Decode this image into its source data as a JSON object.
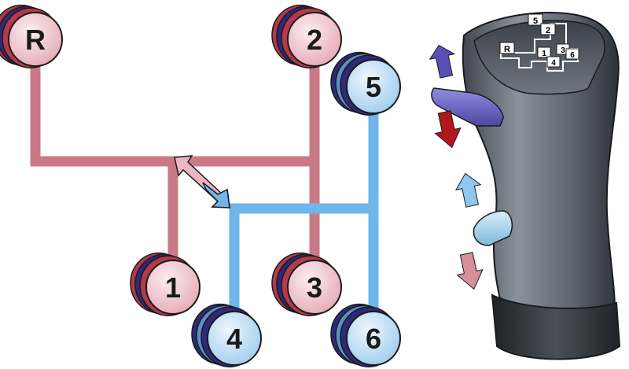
{
  "colors": {
    "red_gate": "#c97a86",
    "blue_gate": "#6fb6ea",
    "red_knob_face": "#f3d4dc",
    "blue_knob_face": "#cfe6f7",
    "knob_stack_dark": "#2e2a78",
    "knob_stack_red": "#b23a4b",
    "outline": "#1a1a1a",
    "lever_body": "#5d6571",
    "lever_base": "#2c3036",
    "selector_purple": "#6f6bc4",
    "arrow_dark_red": "#b3161d",
    "arrow_pink": "#d88f9a",
    "arrow_blue": "#5fa8e6",
    "arrow_light_blue": "#8cc8ef"
  },
  "gear_knobs": [
    {
      "label": "R",
      "group": "red"
    },
    {
      "label": "2",
      "group": "red"
    },
    {
      "label": "5",
      "group": "blue"
    },
    {
      "label": "1",
      "group": "red"
    },
    {
      "label": "3",
      "group": "red"
    },
    {
      "label": "4",
      "group": "blue"
    },
    {
      "label": "6",
      "group": "blue"
    }
  ],
  "lever_plate": {
    "labels": [
      "5",
      "2",
      "R",
      "1",
      "3",
      "4",
      "6"
    ]
  },
  "icons": [
    "double-headed-arrow-icon",
    "range-up-arrow-icon",
    "range-down-arrow-icon",
    "split-up-arrow-icon",
    "split-down-arrow-icon"
  ]
}
